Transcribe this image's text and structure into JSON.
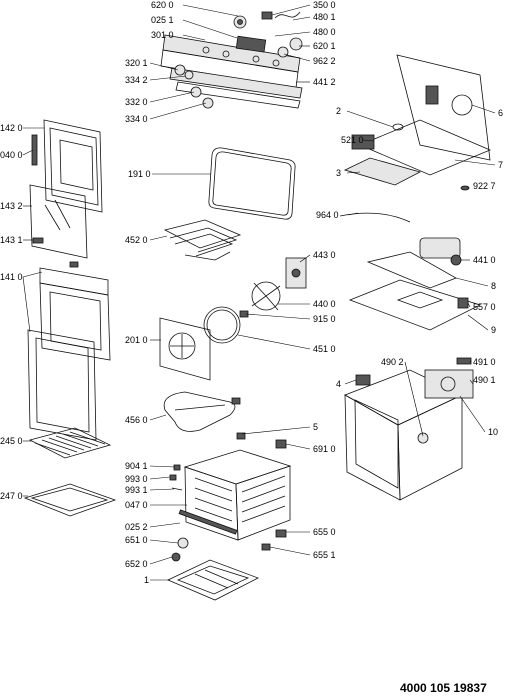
{
  "document_number": "4000 105 19837",
  "part_labels": [
    "620 0",
    "025 1",
    "301 0",
    "350 0",
    "480 1",
    "480 0",
    "620 1",
    "962 2",
    "320 1",
    "441 2",
    "334 2",
    "332 0",
    "334 0",
    "142 0",
    "040 0",
    "143 2",
    "143 1",
    "141 0",
    "191 0",
    "452 0",
    "443 0",
    "440 0",
    "915 0",
    "201 0",
    "451 0",
    "456 0",
    "5",
    "691 0",
    "904 1",
    "993 0",
    "993 1",
    "047 0",
    "025 2",
    "651 0",
    "652 0",
    "655 0",
    "655 1",
    "1",
    "245 0",
    "247 0",
    "6",
    "2",
    "521 0",
    "7",
    "3",
    "922 7",
    "964 0",
    "441 0",
    "8",
    "557 0",
    "9",
    "490 2",
    "4",
    "491 0",
    "490 1",
    "10"
  ]
}
